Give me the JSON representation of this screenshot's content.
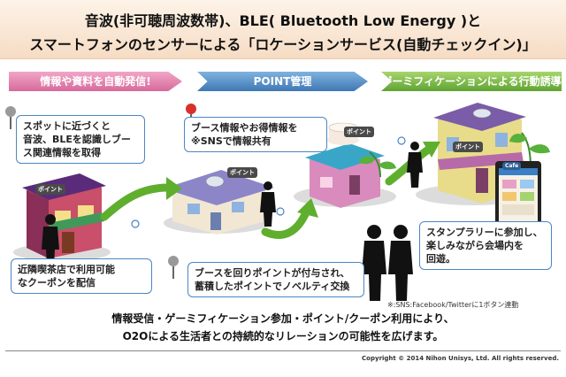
{
  "title": {
    "line1": "音波(非可聴周波数帯)、BLE( Bluetooth Low Energy )と",
    "line2": "スマートフォンのセンサーによる「ロケーションサービス(自動チェックイン)」"
  },
  "steps": [
    {
      "label": "情報や資料を自動発信!",
      "color": "#d76a9a"
    },
    {
      "label": "POINT管理",
      "color": "#3f78b4"
    },
    {
      "label": "ゲーミフィケーションによる行動誘導",
      "color": "#5fa332"
    }
  ],
  "callouts": {
    "c1": [
      "スポットに近づくと",
      "音波、BLEを認識しブー",
      "ス関連情報を取得"
    ],
    "c2": [
      "ブース情報やお得情報を",
      "※SNSで情報共有"
    ],
    "c3": [
      "近隣喫茶店で利用可能",
      "なクーポンを配信"
    ],
    "c4": [
      "ブースを回りポイントが付与され、",
      "蓄積したポイントでノベルティ交換"
    ],
    "c5": [
      "スタンプラリーに参加し、",
      "楽しみながら会場内を",
      "回遊。"
    ]
  },
  "badges": {
    "point": "ポイント",
    "phone_header": "Cafe"
  },
  "note": "※:SNS:Facebook/Twitterに1ボタン連動",
  "summary": {
    "line1": "情報受信・ゲーミフィケーション参加・ポイント/クーポン利用により、",
    "line2": "O2Oによる生活者との持続的なリレーションの可能性を広げます。"
  },
  "copyright": "Copyright © 2014 Nihon Unisys, Ltd. All rights reserved.",
  "colors": {
    "accent_blue": "#4a86c5",
    "arrow_green": "#5fae2e",
    "pin_red": "#d9302a"
  }
}
